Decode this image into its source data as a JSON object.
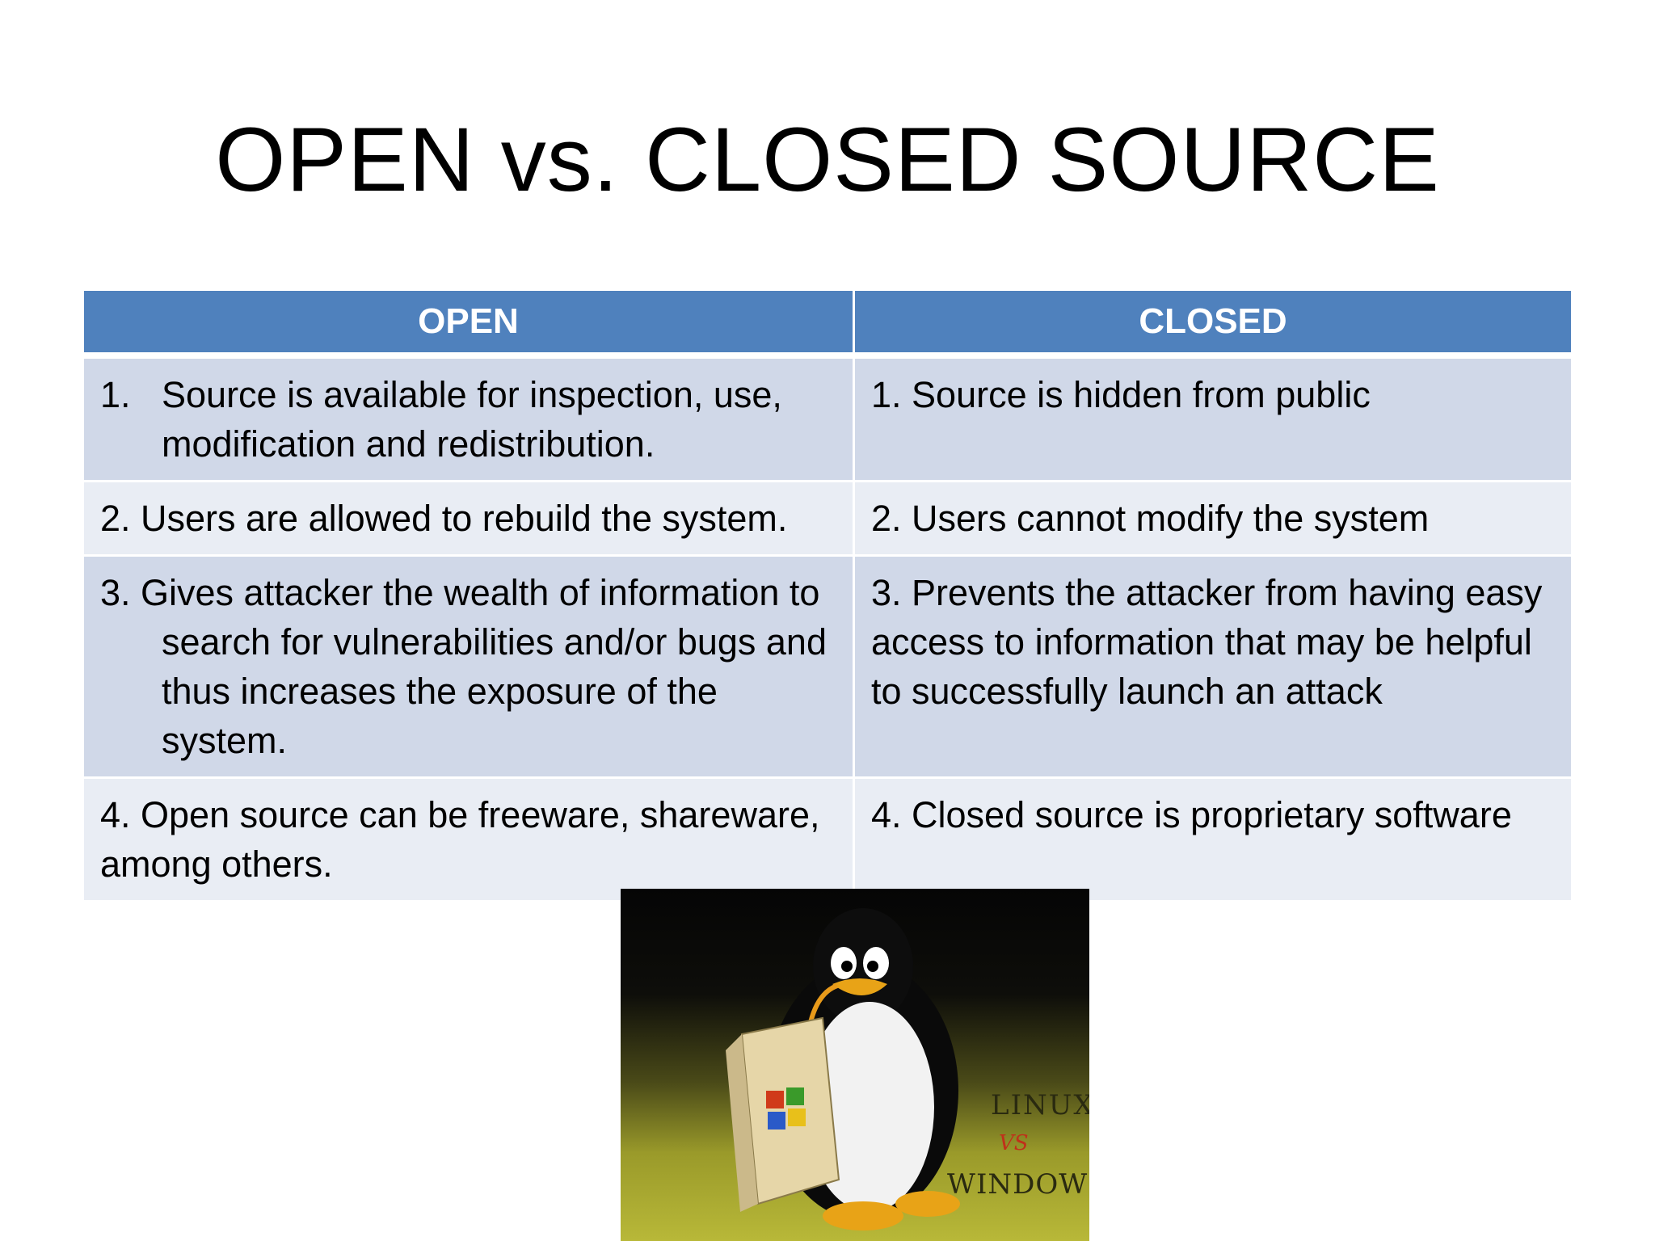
{
  "title": "OPEN vs. CLOSED SOURCE",
  "table": {
    "headers": [
      "OPEN",
      "CLOSED"
    ],
    "rows": [
      {
        "open": {
          "num": "1.",
          "text": "Source is available for inspection, use, modification and redistribution."
        },
        "closed": "1. Source is hidden from public"
      },
      {
        "open": {
          "text": "2. Users are allowed to rebuild the system."
        },
        "closed": "2. Users cannot modify the system"
      },
      {
        "open": {
          "text": "3. Gives attacker the wealth of information to search for vulnerabilities and/or bugs and thus increases the exposure of the system."
        },
        "closed": "3. Prevents the attacker from having easy access to information that may be helpful to successfully launch an attack"
      },
      {
        "open": {
          "text": "4. Open source can be freeware, shareware, among others."
        },
        "closed": "4. Closed source is proprietary software"
      }
    ]
  },
  "image": {
    "line1": "LINUX",
    "line2": "VS",
    "line3": "WINDOWS"
  },
  "colors": {
    "header_bg": "#4f81bd",
    "row_dark": "#d0d8e8",
    "row_light": "#e9edf4"
  }
}
